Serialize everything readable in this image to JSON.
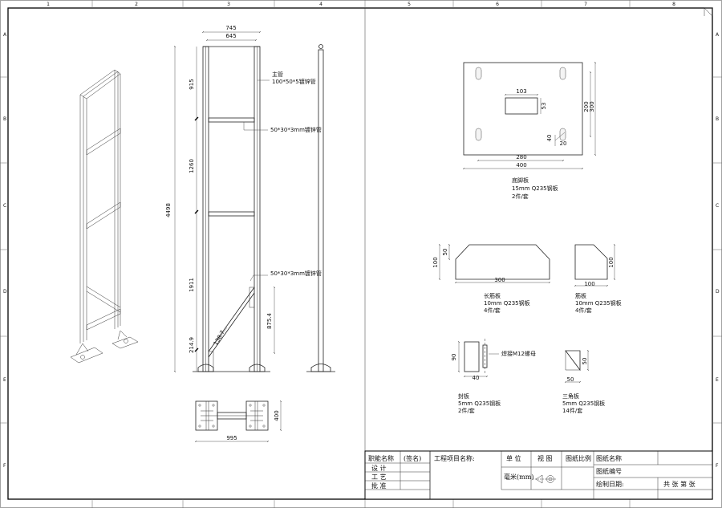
{
  "sheet": {
    "zone_numbers": [
      "1",
      "2",
      "3",
      "4",
      "5",
      "6",
      "7",
      "8"
    ],
    "zone_letters": [
      "A",
      "B",
      "C",
      "D",
      "E",
      "F"
    ]
  },
  "left_view": {
    "dims": {
      "top_outer": "745",
      "top_inner": "645",
      "total_height": "4498",
      "seg_1": "915",
      "seg_2": "1260",
      "seg_3": "1911",
      "brace_height": "875.4",
      "base_offset": "214.9",
      "brace_len": "138.7",
      "plan_width": "995",
      "plan_depth": "400"
    },
    "callouts": {
      "main_pipe_1": "主管",
      "main_pipe_2": "100*50*5镀锌管",
      "cross_pipe_1": "50*30*3mm镀锌管",
      "cross_pipe_2": "50*30*3mm镀锌管"
    }
  },
  "parts": {
    "base_plate": {
      "dim_hole_w": "103",
      "dim_hole_h": "53",
      "dim_right_1": "200",
      "dim_right_2": "300",
      "dim_corner_1": "40",
      "dim_corner_2": "20",
      "dim_inner_w": "280",
      "dim_outer_w": "400",
      "name": "底脚板",
      "spec": "15mm Q235钢板",
      "qty": "2件/套"
    },
    "long_rib": {
      "dim_h1": "100",
      "dim_h2": "50",
      "dim_w": "300",
      "name": "长筋板",
      "spec": "10mm Q235钢板",
      "qty": "4件/套"
    },
    "rib": {
      "dim_h": "100",
      "dim_w": "100",
      "name": "筋板",
      "spec": "10mm Q235钢板",
      "qty": "4件/套"
    },
    "cap_plate": {
      "dim_h": "90",
      "dim_w": "40",
      "note": "焊接M12螺母",
      "name": "封板",
      "spec": "5mm Q235钢板",
      "qty": "2件/套"
    },
    "triangle": {
      "dim_h": "50",
      "dim_w": "50",
      "name": "三角板",
      "spec": "5mm Q235钢板",
      "qty": "14件/套"
    }
  },
  "title_block": {
    "row_labels": [
      "职能名称",
      "设  计",
      "工  艺",
      "批  准"
    ],
    "signature_label": "(签名)",
    "project_label": "工程项目名称:",
    "unit_label": "单 位",
    "unit_value": "毫米(mm)",
    "view_label": "视 图",
    "scale_label": "图纸比例",
    "drawing_name_label": "图纸名称",
    "drawing_no_label": "图纸编号",
    "date_label": "绘制日期:",
    "pages_label": "共  张 第  张"
  }
}
